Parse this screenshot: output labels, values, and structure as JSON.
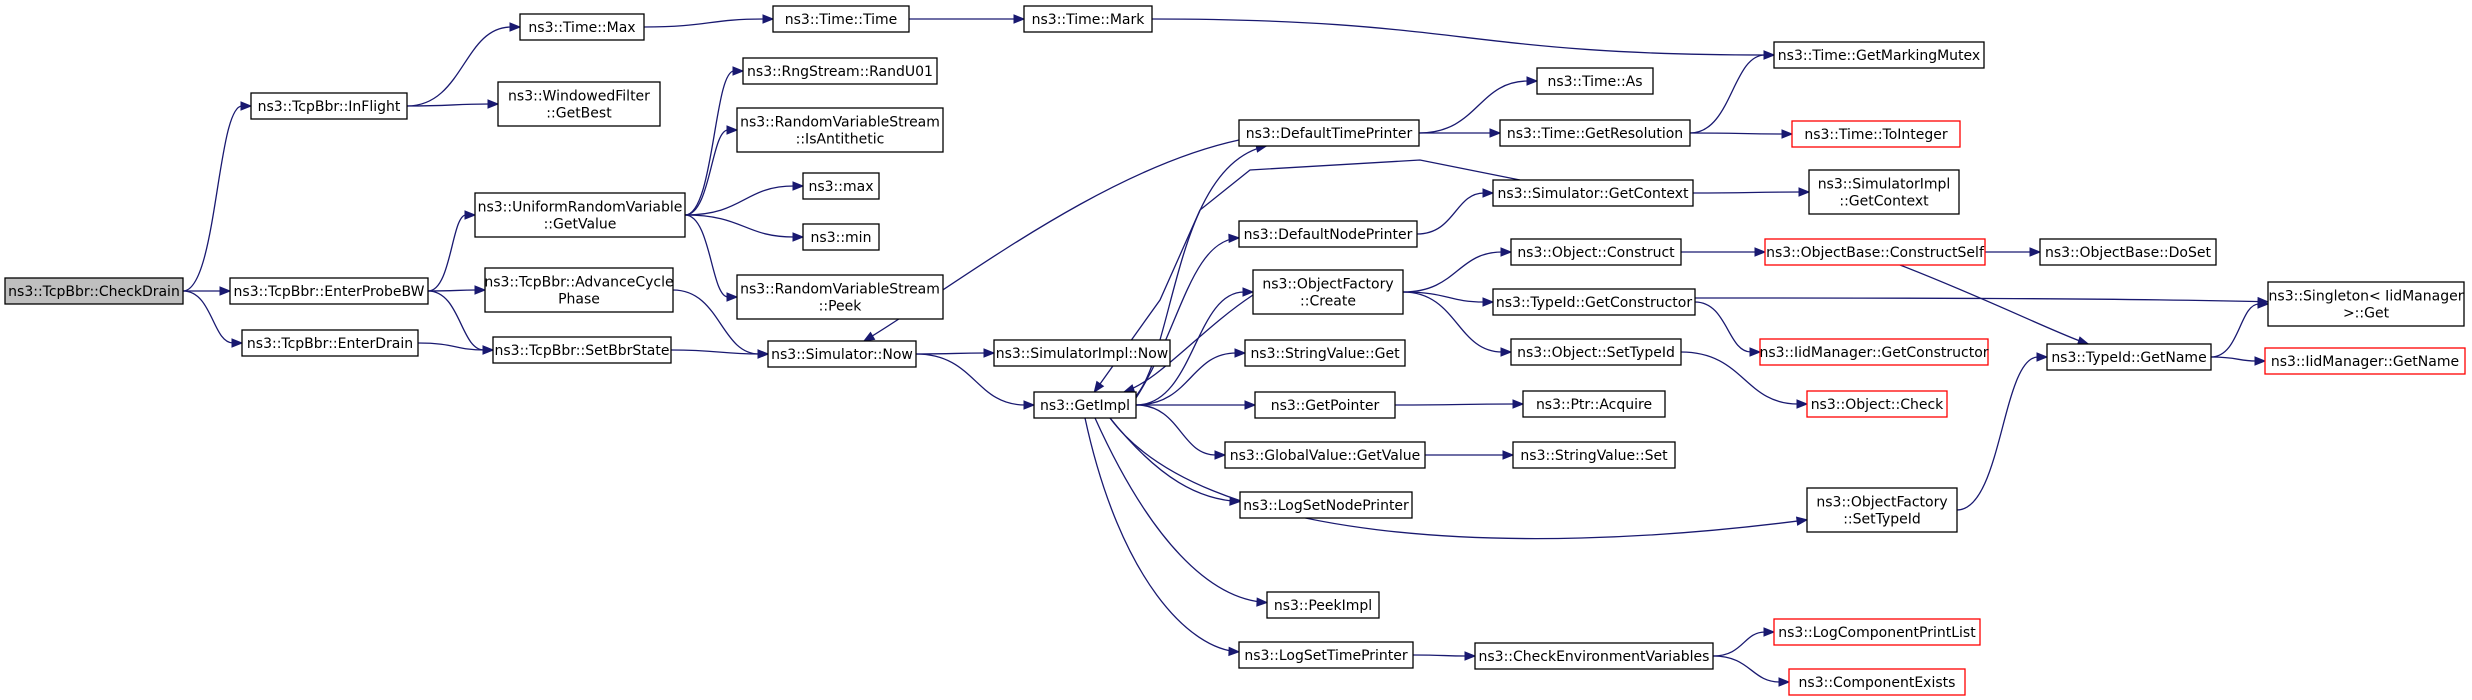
{
  "graph": {
    "colors": {
      "edge": "#191970",
      "root_fill": "#bfbfbf",
      "default_border": "#000000",
      "truncated_border": "#ff0000",
      "fill": "#ffffff"
    },
    "nodes": [
      {
        "id": "checkdrain",
        "lines": [
          "ns3::TcpBbr::CheckDrain"
        ],
        "root": true
      },
      {
        "id": "inflight",
        "lines": [
          "ns3::TcpBbr::InFlight"
        ]
      },
      {
        "id": "enterprobebw",
        "lines": [
          "ns3::TcpBbr::EnterProbeBW"
        ]
      },
      {
        "id": "enterdrain",
        "lines": [
          "ns3::TcpBbr::EnterDrain"
        ]
      },
      {
        "id": "time_max",
        "lines": [
          "ns3::Time::Max"
        ]
      },
      {
        "id": "windowedfilter_getbest",
        "lines": [
          "ns3::WindowedFilter",
          "::GetBest"
        ]
      },
      {
        "id": "uniform_getvalue",
        "lines": [
          "ns3::UniformRandomVariable",
          "::GetValue"
        ]
      },
      {
        "id": "advancecyclephase",
        "lines": [
          "ns3::TcpBbr::AdvanceCycle",
          "Phase"
        ]
      },
      {
        "id": "setbbrstate",
        "lines": [
          "ns3::TcpBbr::SetBbrState"
        ]
      },
      {
        "id": "time_time",
        "lines": [
          "ns3::Time::Time"
        ]
      },
      {
        "id": "time_mark",
        "lines": [
          "ns3::Time::Mark"
        ]
      },
      {
        "id": "randu01",
        "lines": [
          "ns3::RngStream::RandU01"
        ]
      },
      {
        "id": "isantithetic",
        "lines": [
          "ns3::RandomVariableStream",
          "::IsAntithetic"
        ]
      },
      {
        "id": "max",
        "lines": [
          "ns3::max"
        ]
      },
      {
        "id": "min",
        "lines": [
          "ns3::min"
        ]
      },
      {
        "id": "peek",
        "lines": [
          "ns3::RandomVariableStream",
          "::Peek"
        ]
      },
      {
        "id": "simulator_now",
        "lines": [
          "ns3::Simulator::Now"
        ]
      },
      {
        "id": "simulatorimpl_now",
        "lines": [
          "ns3::SimulatorImpl::Now"
        ]
      },
      {
        "id": "getimpl",
        "lines": [
          "ns3::GetImpl"
        ]
      },
      {
        "id": "defaulttimeprinter",
        "lines": [
          "ns3::DefaultTimePrinter"
        ]
      },
      {
        "id": "defaultnodeprinter",
        "lines": [
          "ns3::DefaultNodePrinter"
        ]
      },
      {
        "id": "objectfactory_create",
        "lines": [
          "ns3::ObjectFactory",
          "::Create"
        ]
      },
      {
        "id": "stringvalue_get",
        "lines": [
          "ns3::StringValue::Get"
        ]
      },
      {
        "id": "getpointer",
        "lines": [
          "ns3::GetPointer"
        ]
      },
      {
        "id": "globalvalue_getvalue",
        "lines": [
          "ns3::GlobalValue::GetValue"
        ]
      },
      {
        "id": "logsetnodeprinter",
        "lines": [
          "ns3::LogSetNodePrinter"
        ]
      },
      {
        "id": "peekimpl",
        "lines": [
          "ns3::PeekImpl"
        ]
      },
      {
        "id": "logsettimeprinter",
        "lines": [
          "ns3::LogSetTimePrinter"
        ]
      },
      {
        "id": "time_as",
        "lines": [
          "ns3::Time::As"
        ]
      },
      {
        "id": "time_getresolution",
        "lines": [
          "ns3::Time::GetResolution"
        ]
      },
      {
        "id": "simulator_getcontext",
        "lines": [
          "ns3::Simulator::GetContext"
        ]
      },
      {
        "id": "object_construct",
        "lines": [
          "ns3::Object::Construct"
        ]
      },
      {
        "id": "typeid_getconstructor",
        "lines": [
          "ns3::TypeId::GetConstructor"
        ]
      },
      {
        "id": "object_settypeid",
        "lines": [
          "ns3::Object::SetTypeId"
        ]
      },
      {
        "id": "ptr_acquire",
        "lines": [
          "ns3::Ptr::Acquire"
        ]
      },
      {
        "id": "stringvalue_set",
        "lines": [
          "ns3::StringValue::Set"
        ]
      },
      {
        "id": "objectfactory_settypeid",
        "lines": [
          "ns3::ObjectFactory",
          "::SetTypeId"
        ]
      },
      {
        "id": "checkenvvars",
        "lines": [
          "ns3::CheckEnvironmentVariables"
        ]
      },
      {
        "id": "time_getmarkingmutex",
        "lines": [
          "ns3::Time::GetMarkingMutex"
        ]
      },
      {
        "id": "time_tointeger",
        "lines": [
          "ns3::Time::ToInteger"
        ],
        "truncated": true
      },
      {
        "id": "simulatorimpl_getcontext",
        "lines": [
          "ns3::SimulatorImpl",
          "::GetContext"
        ]
      },
      {
        "id": "objectbase_constructself",
        "lines": [
          "ns3::ObjectBase::ConstructSelf"
        ],
        "truncated": true
      },
      {
        "id": "iidmanager_getconstructor",
        "lines": [
          "ns3::IidManager::GetConstructor"
        ],
        "truncated": true
      },
      {
        "id": "object_check",
        "lines": [
          "ns3::Object::Check"
        ],
        "truncated": true
      },
      {
        "id": "logcomponentprintlist",
        "lines": [
          "ns3::LogComponentPrintList"
        ],
        "truncated": true
      },
      {
        "id": "componentexists",
        "lines": [
          "ns3::ComponentExists"
        ],
        "truncated": true
      },
      {
        "id": "objectbase_doset",
        "lines": [
          "ns3::ObjectBase::DoSet"
        ]
      },
      {
        "id": "typeid_getname",
        "lines": [
          "ns3::TypeId::GetName"
        ]
      },
      {
        "id": "singleton_get",
        "lines": [
          "ns3::Singleton< IidManager",
          ">::Get"
        ]
      },
      {
        "id": "iidmanager_getname",
        "lines": [
          "ns3::IidManager::GetName"
        ],
        "truncated": true
      }
    ],
    "edges": [
      [
        "checkdrain",
        "inflight"
      ],
      [
        "checkdrain",
        "enterprobebw"
      ],
      [
        "checkdrain",
        "enterdrain"
      ],
      [
        "inflight",
        "time_max"
      ],
      [
        "inflight",
        "windowedfilter_getbest"
      ],
      [
        "time_max",
        "time_time"
      ],
      [
        "time_time",
        "time_mark"
      ],
      [
        "time_mark",
        "time_getmarkingmutex"
      ],
      [
        "enterprobebw",
        "uniform_getvalue"
      ],
      [
        "enterprobebw",
        "advancecyclephase"
      ],
      [
        "enterprobebw",
        "setbbrstate"
      ],
      [
        "enterdrain",
        "setbbrstate"
      ],
      [
        "uniform_getvalue",
        "randu01"
      ],
      [
        "uniform_getvalue",
        "isantithetic"
      ],
      [
        "uniform_getvalue",
        "max"
      ],
      [
        "uniform_getvalue",
        "min"
      ],
      [
        "uniform_getvalue",
        "peek"
      ],
      [
        "advancecyclephase",
        "simulator_now"
      ],
      [
        "setbbrstate",
        "simulator_now"
      ],
      [
        "simulator_now",
        "simulatorimpl_now"
      ],
      [
        "simulator_now",
        "getimpl"
      ],
      [
        "defaulttimeprinter",
        "simulator_now"
      ],
      [
        "defaulttimeprinter",
        "time_as"
      ],
      [
        "defaulttimeprinter",
        "time_getresolution"
      ],
      [
        "time_getresolution",
        "time_getmarkingmutex"
      ],
      [
        "time_getresolution",
        "time_tointeger"
      ],
      [
        "getimpl",
        "defaulttimeprinter"
      ],
      [
        "getimpl",
        "defaultnodeprinter"
      ],
      [
        "getimpl",
        "objectfactory_create"
      ],
      [
        "getimpl",
        "stringvalue_get"
      ],
      [
        "getimpl",
        "getpointer"
      ],
      [
        "getimpl",
        "globalvalue_getvalue"
      ],
      [
        "getimpl",
        "logsetnodeprinter"
      ],
      [
        "getimpl",
        "peekimpl"
      ],
      [
        "getimpl",
        "logsettimeprinter"
      ],
      [
        "getimpl",
        "objectfactory_settypeid"
      ],
      [
        "simulator_getcontext",
        "getimpl"
      ],
      [
        "simulator_getcontext",
        "simulatorimpl_getcontext"
      ],
      [
        "defaultnodeprinter",
        "simulator_getcontext"
      ],
      [
        "objectfactory_create",
        "getimpl"
      ],
      [
        "objectfactory_create",
        "object_construct"
      ],
      [
        "objectfactory_create",
        "typeid_getconstructor"
      ],
      [
        "objectfactory_create",
        "object_settypeid"
      ],
      [
        "object_construct",
        "objectbase_constructself"
      ],
      [
        "objectbase_constructself",
        "objectbase_doset"
      ],
      [
        "objectbase_constructself",
        "typeid_getname"
      ],
      [
        "typeid_getconstructor",
        "iidmanager_getconstructor"
      ],
      [
        "typeid_getconstructor",
        "singleton_get"
      ],
      [
        "object_settypeid",
        "object_check"
      ],
      [
        "getpointer",
        "ptr_acquire"
      ],
      [
        "globalvalue_getvalue",
        "stringvalue_set"
      ],
      [
        "objectfactory_settypeid",
        "typeid_getname"
      ],
      [
        "typeid_getname",
        "singleton_get"
      ],
      [
        "typeid_getname",
        "iidmanager_getname"
      ],
      [
        "logsettimeprinter",
        "checkenvvars"
      ],
      [
        "checkenvvars",
        "logcomponentprintlist"
      ],
      [
        "checkenvvars",
        "componentexists"
      ]
    ]
  }
}
